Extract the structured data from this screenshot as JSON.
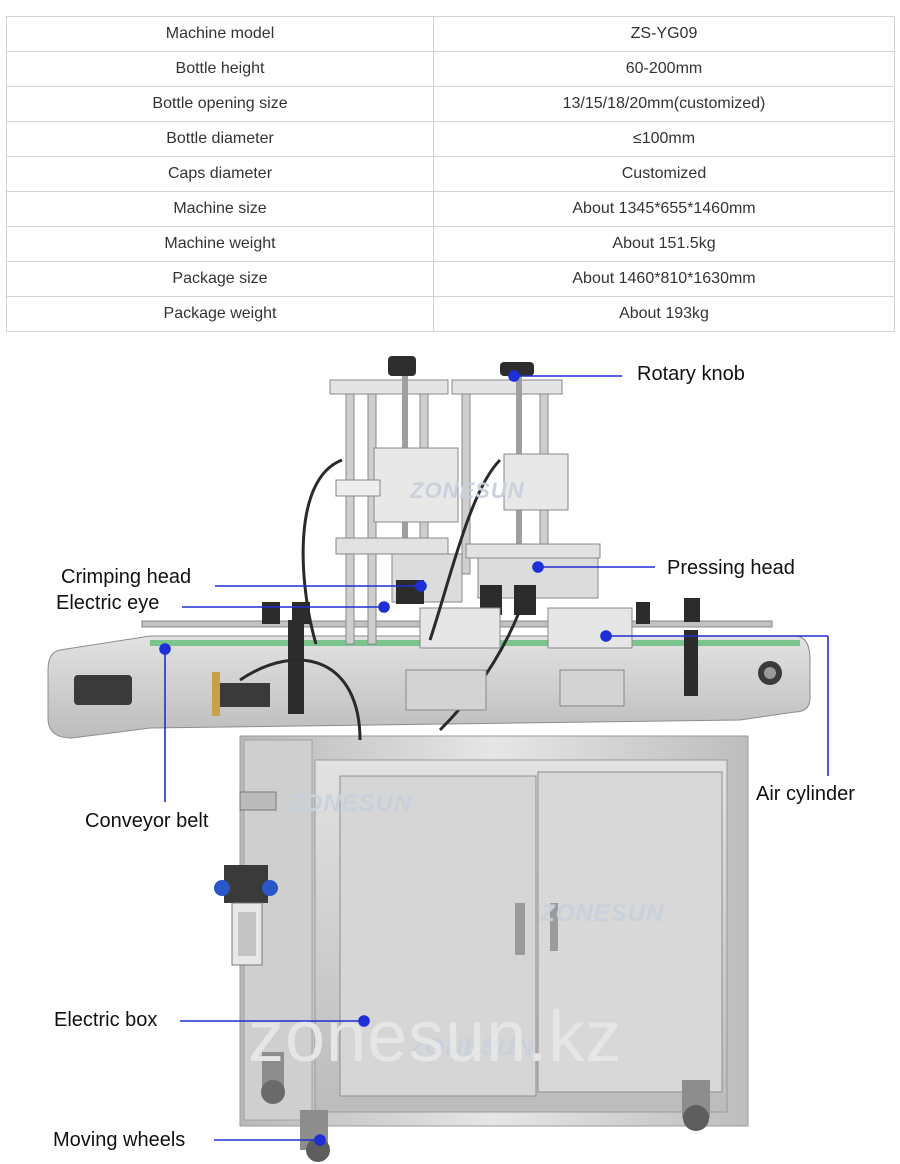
{
  "specs": [
    {
      "label": "Machine model",
      "value": "ZS-YG09"
    },
    {
      "label": "Bottle height",
      "value": "60-200mm"
    },
    {
      "label": "Bottle opening size",
      "value": "13/15/18/20mm(customized)"
    },
    {
      "label": "Bottle diameter",
      "value": "≤100mm"
    },
    {
      "label": "Caps diameter",
      "value": "Customized"
    },
    {
      "label": "Machine size",
      "value": "About 1345*655*1460mm"
    },
    {
      "label": "Machine weight",
      "value": "About 151.5kg"
    },
    {
      "label": "Package size",
      "value": "About 1460*810*1630mm"
    },
    {
      "label": "Package weight",
      "value": "About 193kg"
    }
  ],
  "callouts": {
    "rotary_knob": "Rotary knob",
    "crimping_head": "Crimping head",
    "electric_eye": "Electric eye",
    "pressing_head": "Pressing head",
    "conveyor_belt": "Conveyor belt",
    "air_cylinder": "Air cylinder",
    "electric_box": "Electric box",
    "moving_wheels": "Moving wheels"
  },
  "watermarks": {
    "site": "zonesun.kz",
    "brand": "ZONESUN"
  },
  "colors": {
    "callout_line": "#1e2fd6",
    "machine_steel": "#c9c9c9"
  }
}
